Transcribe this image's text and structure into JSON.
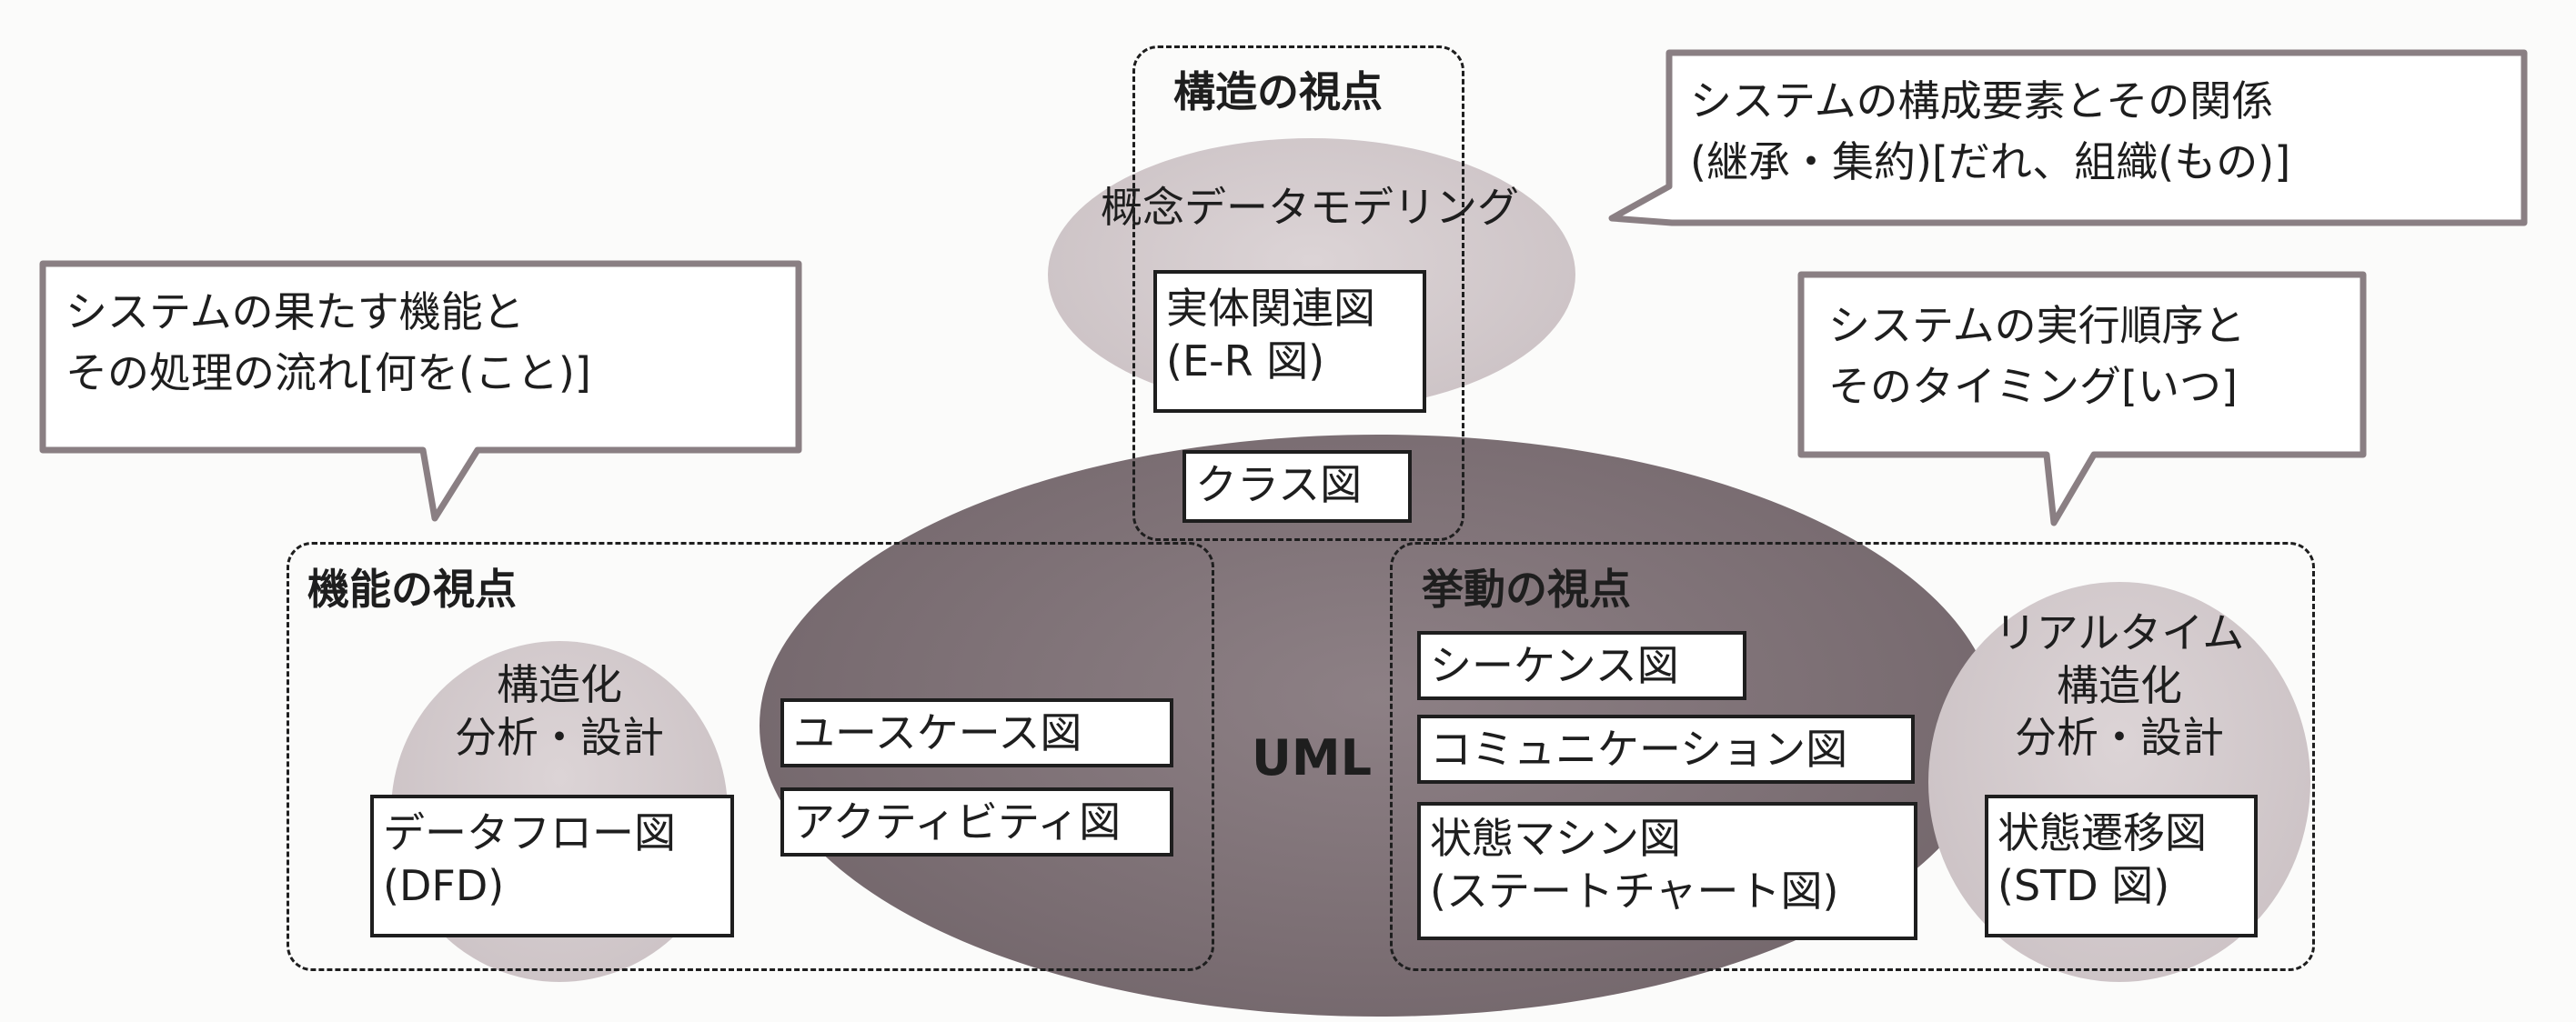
{
  "perspectives": {
    "structure": "構造の視点",
    "function": "機能の視点",
    "behavior": "挙動の視点"
  },
  "concept_modeling": "概念データモデリング",
  "er_diagram": {
    "line1": "実体関連図",
    "line2": "(E-R 図)"
  },
  "class_diagram": "クラス図",
  "uml": "UML",
  "usecase_diagram": "ユースケース図",
  "activity_diagram": "アクティビティ図",
  "sequence_diagram": "シーケンス図",
  "communication_diagram": "コミュニケーション図",
  "state_machine": {
    "line1": "状態マシン図",
    "line2": "(ステートチャート図)"
  },
  "structured_analysis": {
    "line1": "構造化",
    "line2": "分析・設計"
  },
  "dataflow_diagram": {
    "line1": "データフロー図",
    "line2": "(DFD)"
  },
  "realtime_analysis": {
    "line1": "リアルタイム",
    "line2": "構造化",
    "line3": "分析・設計"
  },
  "state_transition": {
    "line1": "状態遷移図",
    "line2": "(STD 図)"
  },
  "callouts": {
    "structure": {
      "line1": "システムの構成要素とその関係",
      "line2": "(継承・集約)[だれ、組織(もの)]"
    },
    "function": {
      "line1": "システムの果たす機能と",
      "line2": "その処理の流れ[何を(こと)]"
    },
    "behavior": {
      "line1": "システムの実行順序と",
      "line2": "そのタイミング[いつ]"
    }
  }
}
